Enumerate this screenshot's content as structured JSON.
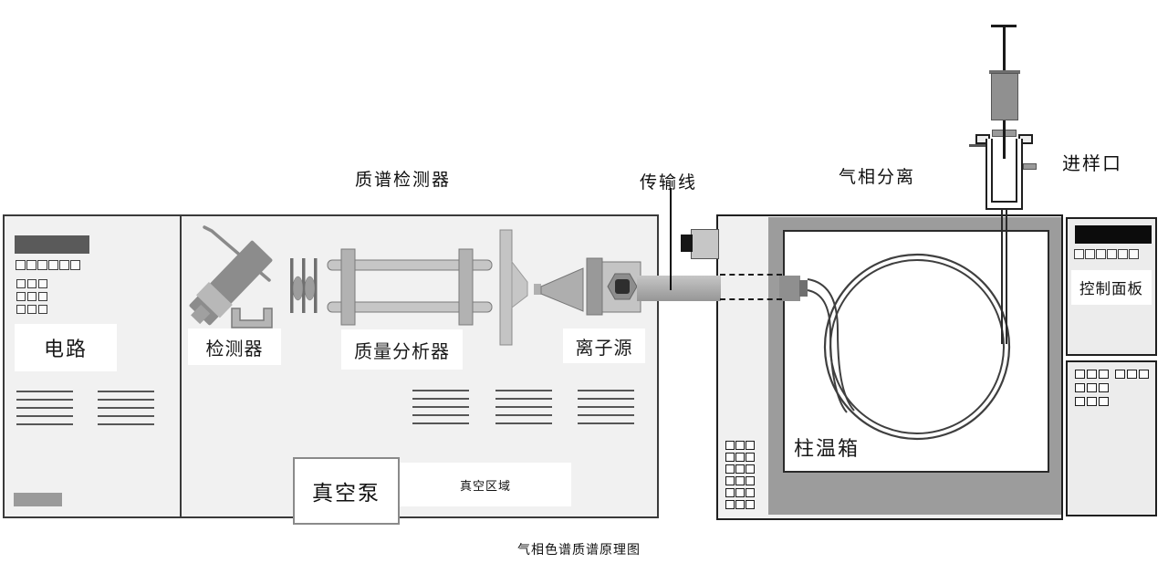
{
  "caption": "气相色谱质谱原理图",
  "sections": {
    "ms_detector": "质谱检测器",
    "transfer_line": "传输线",
    "gc_separation": "气相分离",
    "inlet": "进样口"
  },
  "components": {
    "circuit": "电路",
    "detector": "检测器",
    "mass_analyzer": "质量分析器",
    "ion_source": "离子源",
    "vacuum_pump": "真空泵",
    "vacuum_area": "真空区域",
    "column_oven": "柱温箱",
    "control_panel": "控制面板"
  },
  "colors": {
    "cabinet_fill": "#f1f1f1",
    "oven_frame": "#9c9c9c",
    "display_black": "#0c0c0c",
    "display_gray": "#5a5a5a",
    "line_dark": "#1f1f1f",
    "metal_gray": "#9a9a9a"
  }
}
